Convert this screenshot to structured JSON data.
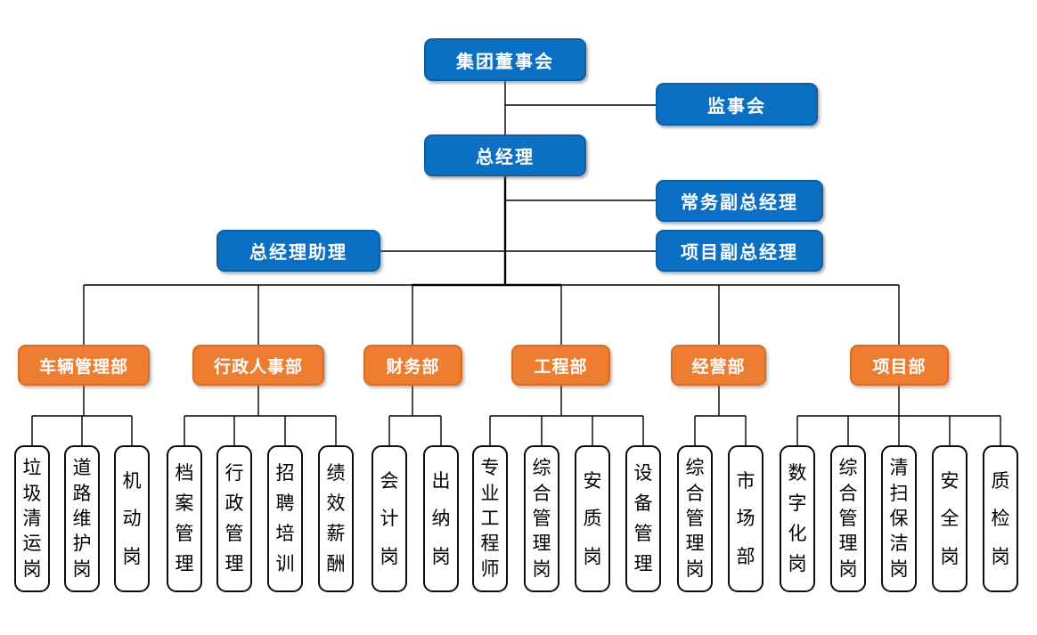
{
  "colors": {
    "level1_fill": "#0b70c4",
    "level1_border": "#0a5fa6",
    "level2_fill": "#ed7d31",
    "level2_border": "#d96c25",
    "level3_fill": "#ffffff",
    "level3_border": "#0d0d0d",
    "connector": "#000000",
    "text_on_fill": "#ffffff",
    "text_on_white": "#000000"
  },
  "org": {
    "board": {
      "label": "集团董事会"
    },
    "supervisory_board": {
      "label": "监事会"
    },
    "general_manager": {
      "label": "总经理"
    },
    "executive_deputy_gm": {
      "label": "常务副总经理"
    },
    "gm_assistant": {
      "label": "总经理助理"
    },
    "project_deputy_gm": {
      "label": "项目副总经理"
    },
    "departments": [
      {
        "label": "车辆管理部",
        "positions": [
          {
            "label": "垃圾清运岗"
          },
          {
            "label": "道路维护岗"
          },
          {
            "label": "机动岗"
          }
        ]
      },
      {
        "label": "行政人事部",
        "positions": [
          {
            "label": "档案管理"
          },
          {
            "label": "行政管理"
          },
          {
            "label": "招聘培训"
          },
          {
            "label": "绩效薪酬"
          }
        ]
      },
      {
        "label": "财务部",
        "positions": [
          {
            "label": "会计岗"
          },
          {
            "label": "出纳岗"
          }
        ]
      },
      {
        "label": "工程部",
        "positions": [
          {
            "label": "专业工程师"
          },
          {
            "label": "综合管理岗"
          },
          {
            "label": "安质岗"
          },
          {
            "label": "设备管理"
          }
        ]
      },
      {
        "label": "经营部",
        "positions": [
          {
            "label": "综合管理岗"
          },
          {
            "label": "市场部"
          }
        ]
      },
      {
        "label": "项目部",
        "positions": [
          {
            "label": "数字化岗"
          },
          {
            "label": "综合管理岗"
          },
          {
            "label": "清扫保洁岗"
          },
          {
            "label": "安全岗"
          },
          {
            "label": "质检岗"
          }
        ]
      }
    ]
  }
}
